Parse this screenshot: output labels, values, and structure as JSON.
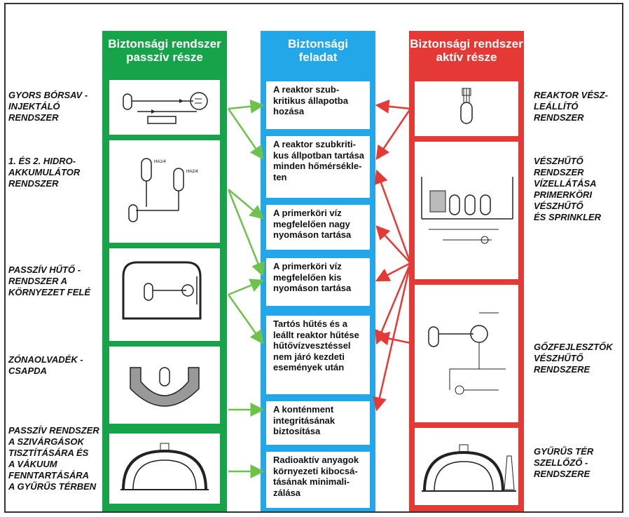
{
  "columns": {
    "passive_title": "Biztonsági rendszer\npasszív része",
    "task_title": "Biztonsági\nfeladat",
    "active_title": "Biztonsági rendszer\naktív része"
  },
  "left_labels": [
    "GYORS BÓRSAV -\nINJEKTÁLÓ\nRENDSZER",
    "1. ÉS 2. HIDRO-\nAKKUMULÁTOR\nRENDSZER",
    "PASSZÍV HŰTŐ -\nRENDSZER A\nKÖRNYEZET FELÉ",
    "ZÓNAOLVADÉK -\nCSAPDA",
    "PASSZÍV RENDSZER\nA SZIVÁRGÁSOK\nTISZTÍTÁSÁRA ÉS\nA VÁKUUM\nFENNTARTÁSÁRA\nA GYŰRŰS TÉRBEN"
  ],
  "tasks": [
    "A reaktor szub-\nkritikus állapotba\nhozása",
    "A reaktor szubkriti-\nkus állpotban tartása\nminden hőmérsékle-\nten",
    "A primerköri víz\nmegfelelően nagy\nnyomáson tartása",
    "A primerköri víz\nmegfelelően kis\nnyomáson tartása",
    "Tartós hűtés és a\nleállt reaktor hűtése\nhűtővízvesztéssel\nnem járó kezdeti\nesemények után",
    "A konténment\nintegritásának\nbiztosítása",
    "Radioaktív anyagok\nkörnyezeti kibocsá-\ntásának minimali-\nzálása"
  ],
  "right_labels": [
    "REAKTOR VÉSZ-\nLEÁLLÍTÓ\nRENDSZER",
    "VÉSZHŰTŐ\nRENDSZER\nVÍZELLÁTÁSA\nPRIMERKÖRI\nVÉSZHŰTŐ\nÉS SPRINKLER",
    "GŐZFEJLESZTŐK\nVÉSZHŰTŐ\nRENDSZERE",
    "GYŰRŰS TÉR\nSZELLŐZŐ -\nRENDSZERE"
  ],
  "diagram_small_labels": {
    "accumulator_1": "HA1/4",
    "accumulator_2": "HA2/4"
  },
  "colors": {
    "passive": "#16a34a",
    "task": "#22a7e8",
    "active": "#e53935",
    "arrow_green": "#6cc24a",
    "arrow_red": "#e53935"
  }
}
